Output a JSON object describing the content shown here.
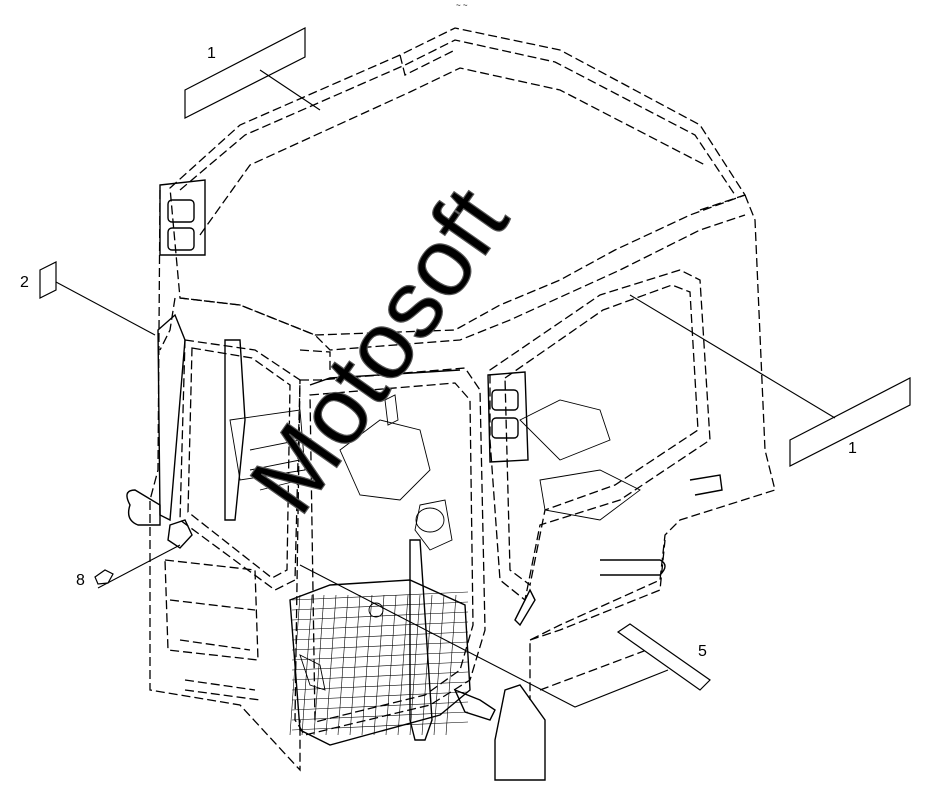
{
  "callouts": {
    "top_decal": "1",
    "left_decal": "2",
    "right_decal": "1",
    "lower_decal": "5",
    "small_decal": "8"
  },
  "watermark": "Motosoft",
  "corner_mark": "~ ~"
}
